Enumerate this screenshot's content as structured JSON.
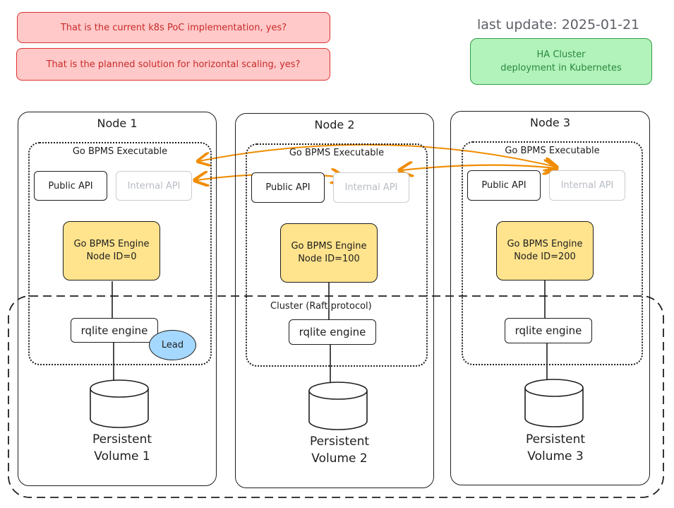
{
  "notes": {
    "poc": "That is the current k8s PoC implementation, yes?",
    "planned": "That is the planned solution for horizontal scaling, yes?"
  },
  "last_update": "last update: 2025-01-21",
  "ha_box": {
    "line1": "HA Cluster",
    "line2": "deployment in Kubernetes"
  },
  "cluster_label": "Cluster (Raft protocol)",
  "lead_label": "Lead",
  "nodes": [
    {
      "title": "Node 1",
      "executable": "Go BPMS Executable",
      "public_api": "Public API",
      "internal_api": "Internal API",
      "engine_line1": "Go BPMS Engine",
      "engine_line2": "Node ID=0",
      "rqlite": "rqlite engine",
      "volume_line1": "Persistent",
      "volume_line2": "Volume 1"
    },
    {
      "title": "Node 2",
      "executable": "Go BPMS Executable",
      "public_api": "Public API",
      "internal_api": "Internal API",
      "engine_line1": "Go BPMS Engine",
      "engine_line2": "Node ID=100",
      "rqlite": "rqlite engine",
      "volume_line1": "Persistent",
      "volume_line2": "Volume 2"
    },
    {
      "title": "Node 3",
      "executable": "Go BPMS Executable",
      "public_api": "Public API",
      "internal_api": "Internal API",
      "engine_line1": "Go BPMS Engine",
      "engine_line2": "Node ID=200",
      "rqlite": "rqlite engine",
      "volume_line1": "Persistent",
      "volume_line2": "Volume 3"
    }
  ],
  "colors": {
    "arrow": "#f08c00",
    "note_border": "#e03131",
    "ha_border": "#2f9e44",
    "engine_fill": "#ffe38d",
    "lead_fill": "#a5d8ff"
  }
}
